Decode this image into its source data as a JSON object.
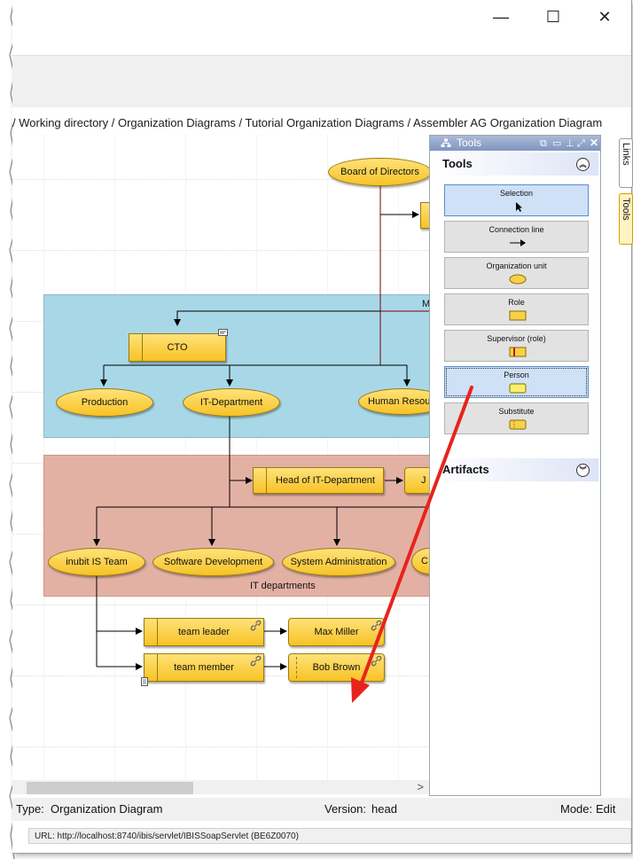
{
  "window": {
    "minimize_glyph": "—",
    "maximize_glyph": "☐",
    "close_glyph": "✕"
  },
  "breadcrumb": "/ Working directory / Organization Diagrams / Tutorial Organization Diagrams / Assembler AG Organization Diagram",
  "diagram": {
    "nodes": {
      "board": "Board of Directors",
      "cto": "CTO",
      "production": "Production",
      "it_department": "IT-Department",
      "human_resources": "Human Resou",
      "head_it": "Head of IT-Department",
      "head_it_partial": "J",
      "inubit_team": "inubit IS Team",
      "software_dev": "Software Development",
      "sys_admin": "System Administration",
      "partial_c": "C",
      "team_leader": "team leader",
      "team_member": "team member",
      "max_miller": "Max Miller",
      "bob_brown": "Bob Brown"
    },
    "zones": {
      "blue_label": "M",
      "red_label": "IT departments",
      "blue_color": "#a8d8e8",
      "red_color": "#e3b1a4"
    }
  },
  "tools_panel": {
    "title": "Tools",
    "section_tools": "Tools",
    "section_artifacts": "Artifacts",
    "items": [
      {
        "label": "Selection",
        "icon": "cursor-icon"
      },
      {
        "label": "Connection line",
        "icon": "arrow-right-icon"
      },
      {
        "label": "Organization unit",
        "icon": "ellipse-icon"
      },
      {
        "label": "Role",
        "icon": "rectangle-icon"
      },
      {
        "label": "Supervisor (role)",
        "icon": "supervisor-role-icon"
      },
      {
        "label": "Person",
        "icon": "person-icon"
      },
      {
        "label": "Substitute",
        "icon": "substitute-icon"
      }
    ]
  },
  "side_tabs": {
    "links": "Links",
    "tools": "Tools"
  },
  "status": {
    "type_label": "Type:",
    "type_value": "Organization Diagram",
    "version_label": "Version:",
    "version_value": "head",
    "mode_label": "Mode:",
    "mode_value": "Edit"
  },
  "url_bar": "URL: http://localhost:8740/ibis/servlet/IBISSoapServlet (BE6Z0070)",
  "colors": {
    "node_fill": "#f7c224",
    "annotation_arrow": "#e8231c",
    "panel_header": "#7f95c0"
  }
}
